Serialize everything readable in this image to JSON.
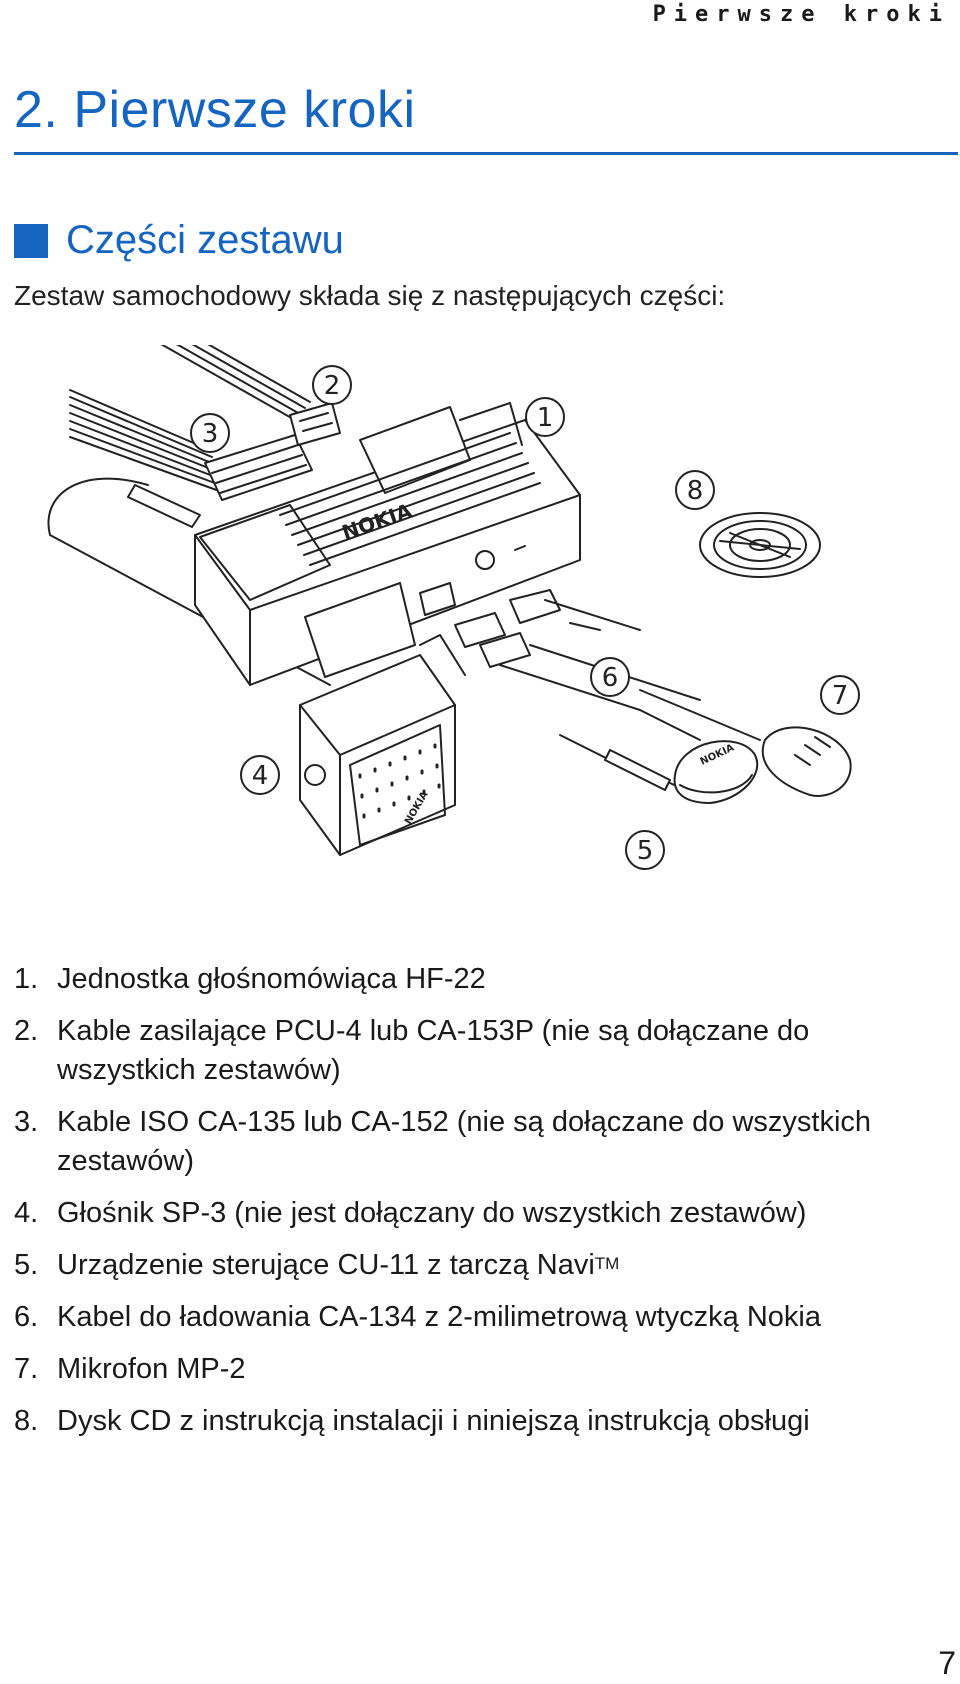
{
  "header": {
    "running_title": "Pierwsze kroki"
  },
  "chapter": {
    "title": "2.  Pierwsze kroki"
  },
  "section": {
    "heading": "Części zestawu",
    "intro": "Zestaw samochodowy składa się z następujących części:"
  },
  "figure": {
    "callouts": [
      "1",
      "2",
      "3",
      "4",
      "5",
      "6",
      "7",
      "8"
    ],
    "brand_marks": [
      "NOKIA",
      "NOKIA",
      "NOKIA"
    ]
  },
  "parts": [
    {
      "num": "1.",
      "text": "Jednostka głośnomówiąca HF-22"
    },
    {
      "num": "2.",
      "text": "Kable zasilające PCU-4 lub CA-153P (nie są dołączane do wszystkich zestawów)"
    },
    {
      "num": "3.",
      "text": "Kable ISO CA-135 lub CA-152 (nie są dołączane do wszystkich zestawów)"
    },
    {
      "num": "4.",
      "text": "Głośnik SP-3 (nie jest dołączany do wszystkich zestawów)"
    },
    {
      "num": "5.",
      "text": "Urządzenie sterujące CU-11 z tarczą Navi",
      "suffix": "TM"
    },
    {
      "num": "6.",
      "text": "Kabel do ładowania CA-134 z 2-milimetrową wtyczką Nokia"
    },
    {
      "num": "7.",
      "text": "Mikrofon MP-2"
    },
    {
      "num": "8.",
      "text": "Dysk CD z instrukcją instalacji i niniejszą instrukcją obsługi"
    }
  ],
  "footer": {
    "page_number": "7"
  }
}
